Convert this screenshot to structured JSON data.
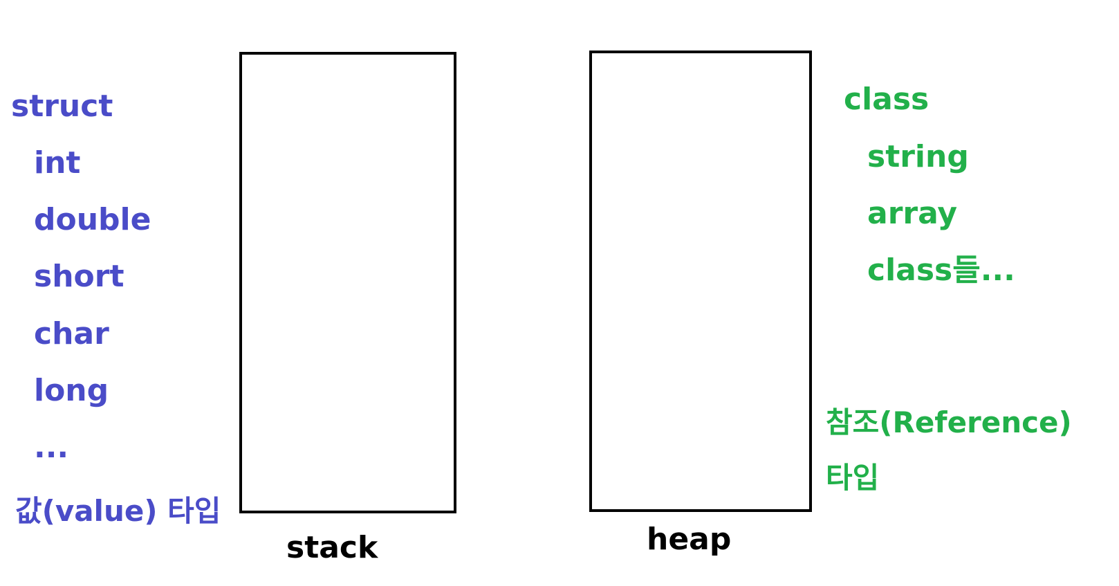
{
  "value_types": {
    "items": [
      "struct",
      "int",
      "double",
      "short",
      "char",
      "long",
      "..."
    ],
    "caption": "값(value) 타입",
    "color": "#4a4cc8"
  },
  "reference_types": {
    "items": [
      "class",
      "string",
      "array",
      "class들..."
    ],
    "caption_line1": "참조(Reference)",
    "caption_line2": "타입",
    "color": "#22b04a"
  },
  "memory": {
    "stack_label": "stack",
    "heap_label": "heap"
  }
}
